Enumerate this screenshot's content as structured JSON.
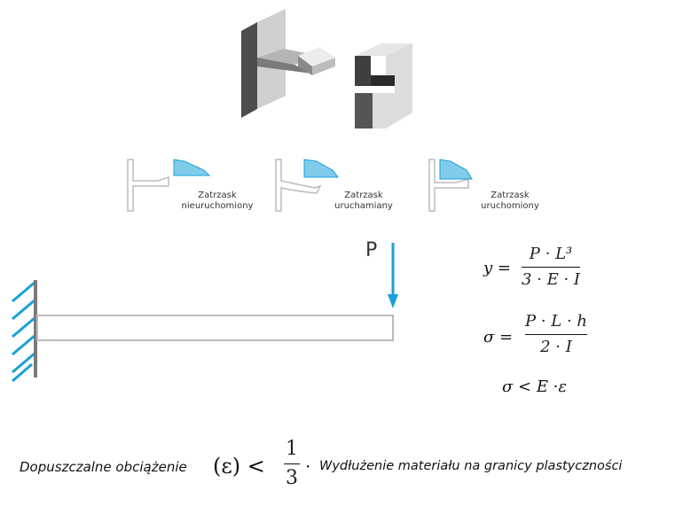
{
  "snap_states": [
    {
      "line1": "Zatrzask",
      "line2": "nieuruchomiony"
    },
    {
      "line1": "Zatrzask",
      "line2": "uruchamiany"
    },
    {
      "line1": "Zatrzask",
      "line2": "uruchomiony"
    }
  ],
  "beam": {
    "load_label": "P"
  },
  "formulas": {
    "deflection": {
      "lhs": "y =",
      "numerator": "P · L³",
      "denominator": "3 · E · I"
    },
    "stress": {
      "lhs": "σ =",
      "numerator": "P · L · h",
      "denominator": "2 · I"
    },
    "condition": "σ < E ·ε"
  },
  "bottom": {
    "left_text": "Dopuszczalne obciążenie",
    "symbol": "(ε) <",
    "frac_num": "1",
    "frac_den": "3",
    "dot": "·",
    "right_text": "Wydłużenie materiału na granicy plastyczności"
  },
  "colors": {
    "accent": "#1aa0d8",
    "dark_gray": "#4d4d4d",
    "mid_gray": "#8a8a8a",
    "light_gray": "#d6d6d6",
    "outline": "#bbbbbb"
  }
}
